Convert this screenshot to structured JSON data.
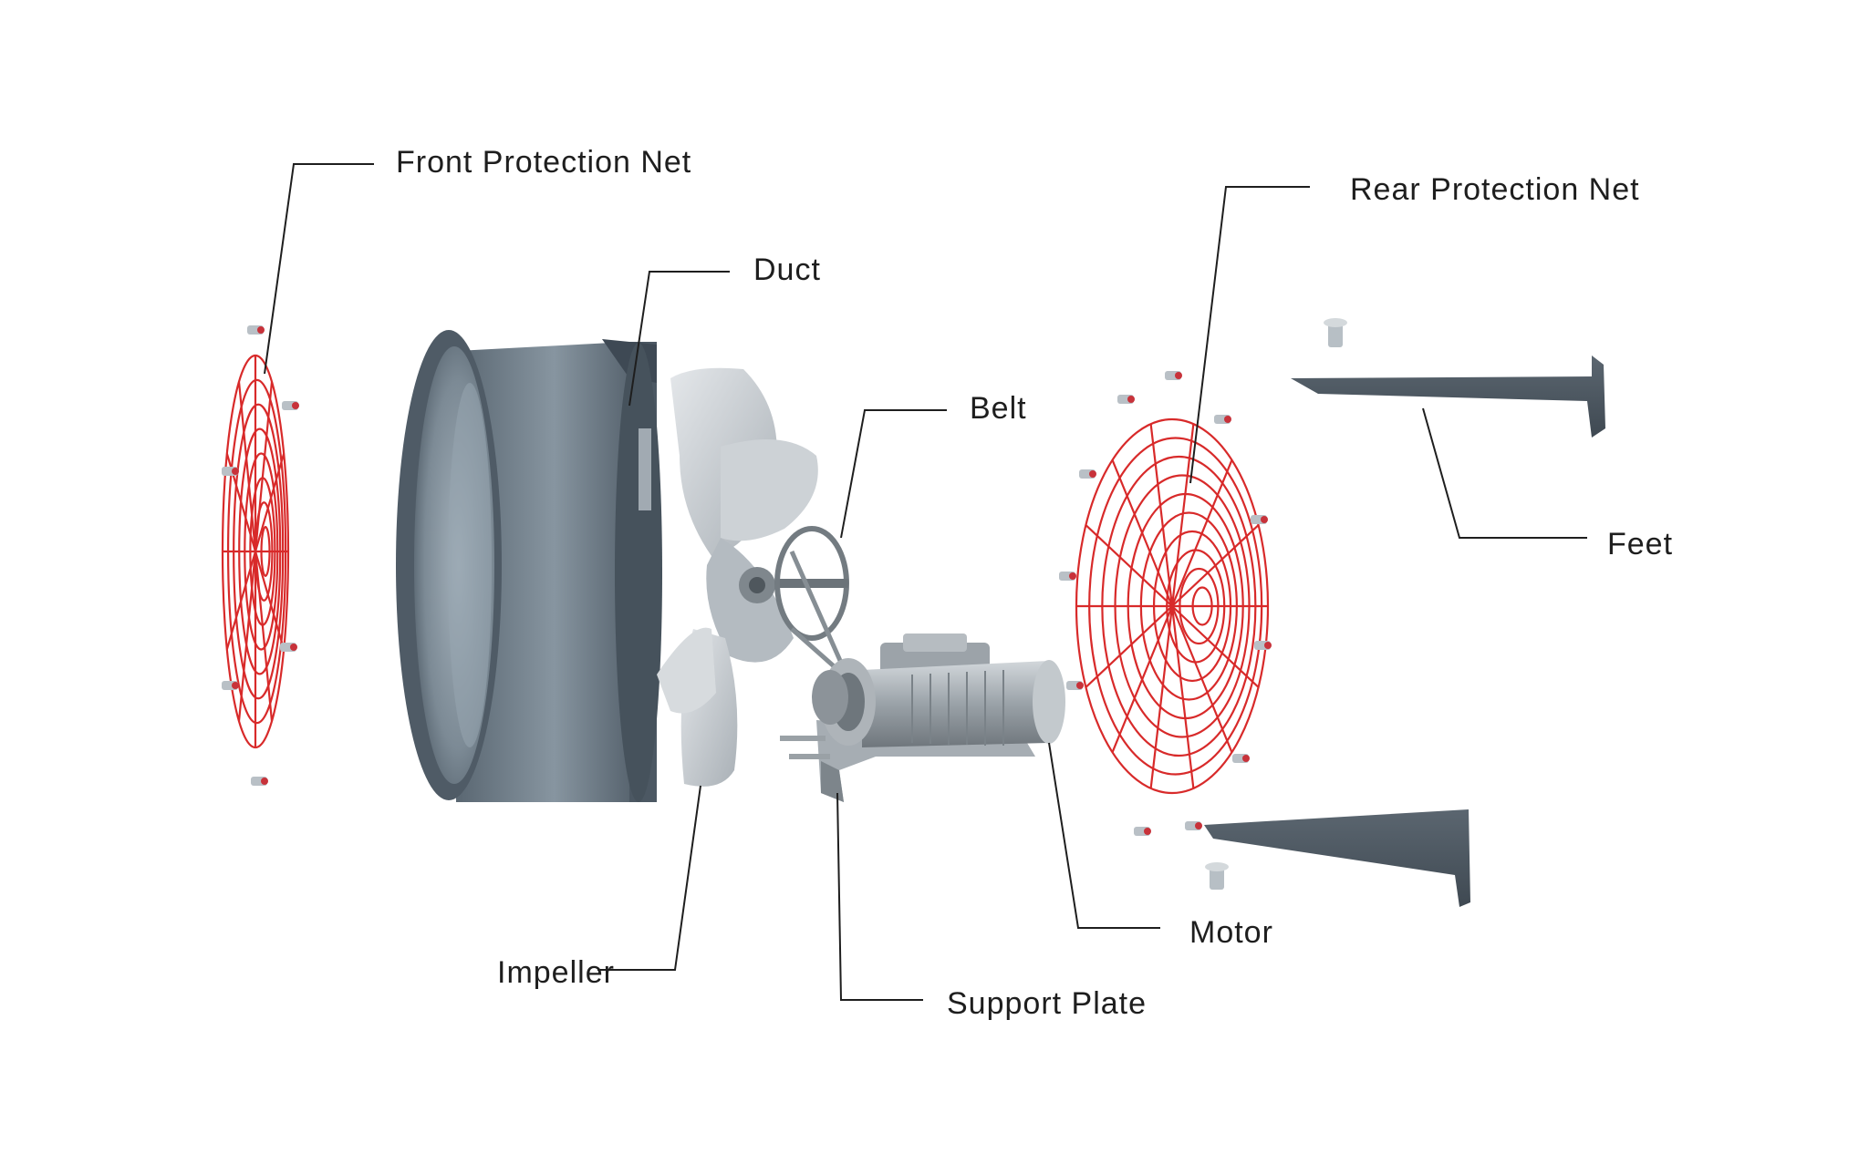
{
  "labels": {
    "front_protection_net": "Front Protection Net",
    "duct": "Duct",
    "belt": "Belt",
    "rear_protection_net": "Rear Protection Net",
    "feet": "Feet",
    "motor": "Motor",
    "impeller": "Impeller",
    "support_plate": "Support Plate"
  },
  "colors": {
    "net_red": "#d82a2a",
    "duct_dark": "#4d5a66",
    "duct_light": "#8a98a3",
    "feet_dark": "#4a5560",
    "metal_light": "#c9ced3",
    "leader_line": "#1e1e1e",
    "label_text": "#1e1e1e",
    "background": "#ffffff"
  }
}
